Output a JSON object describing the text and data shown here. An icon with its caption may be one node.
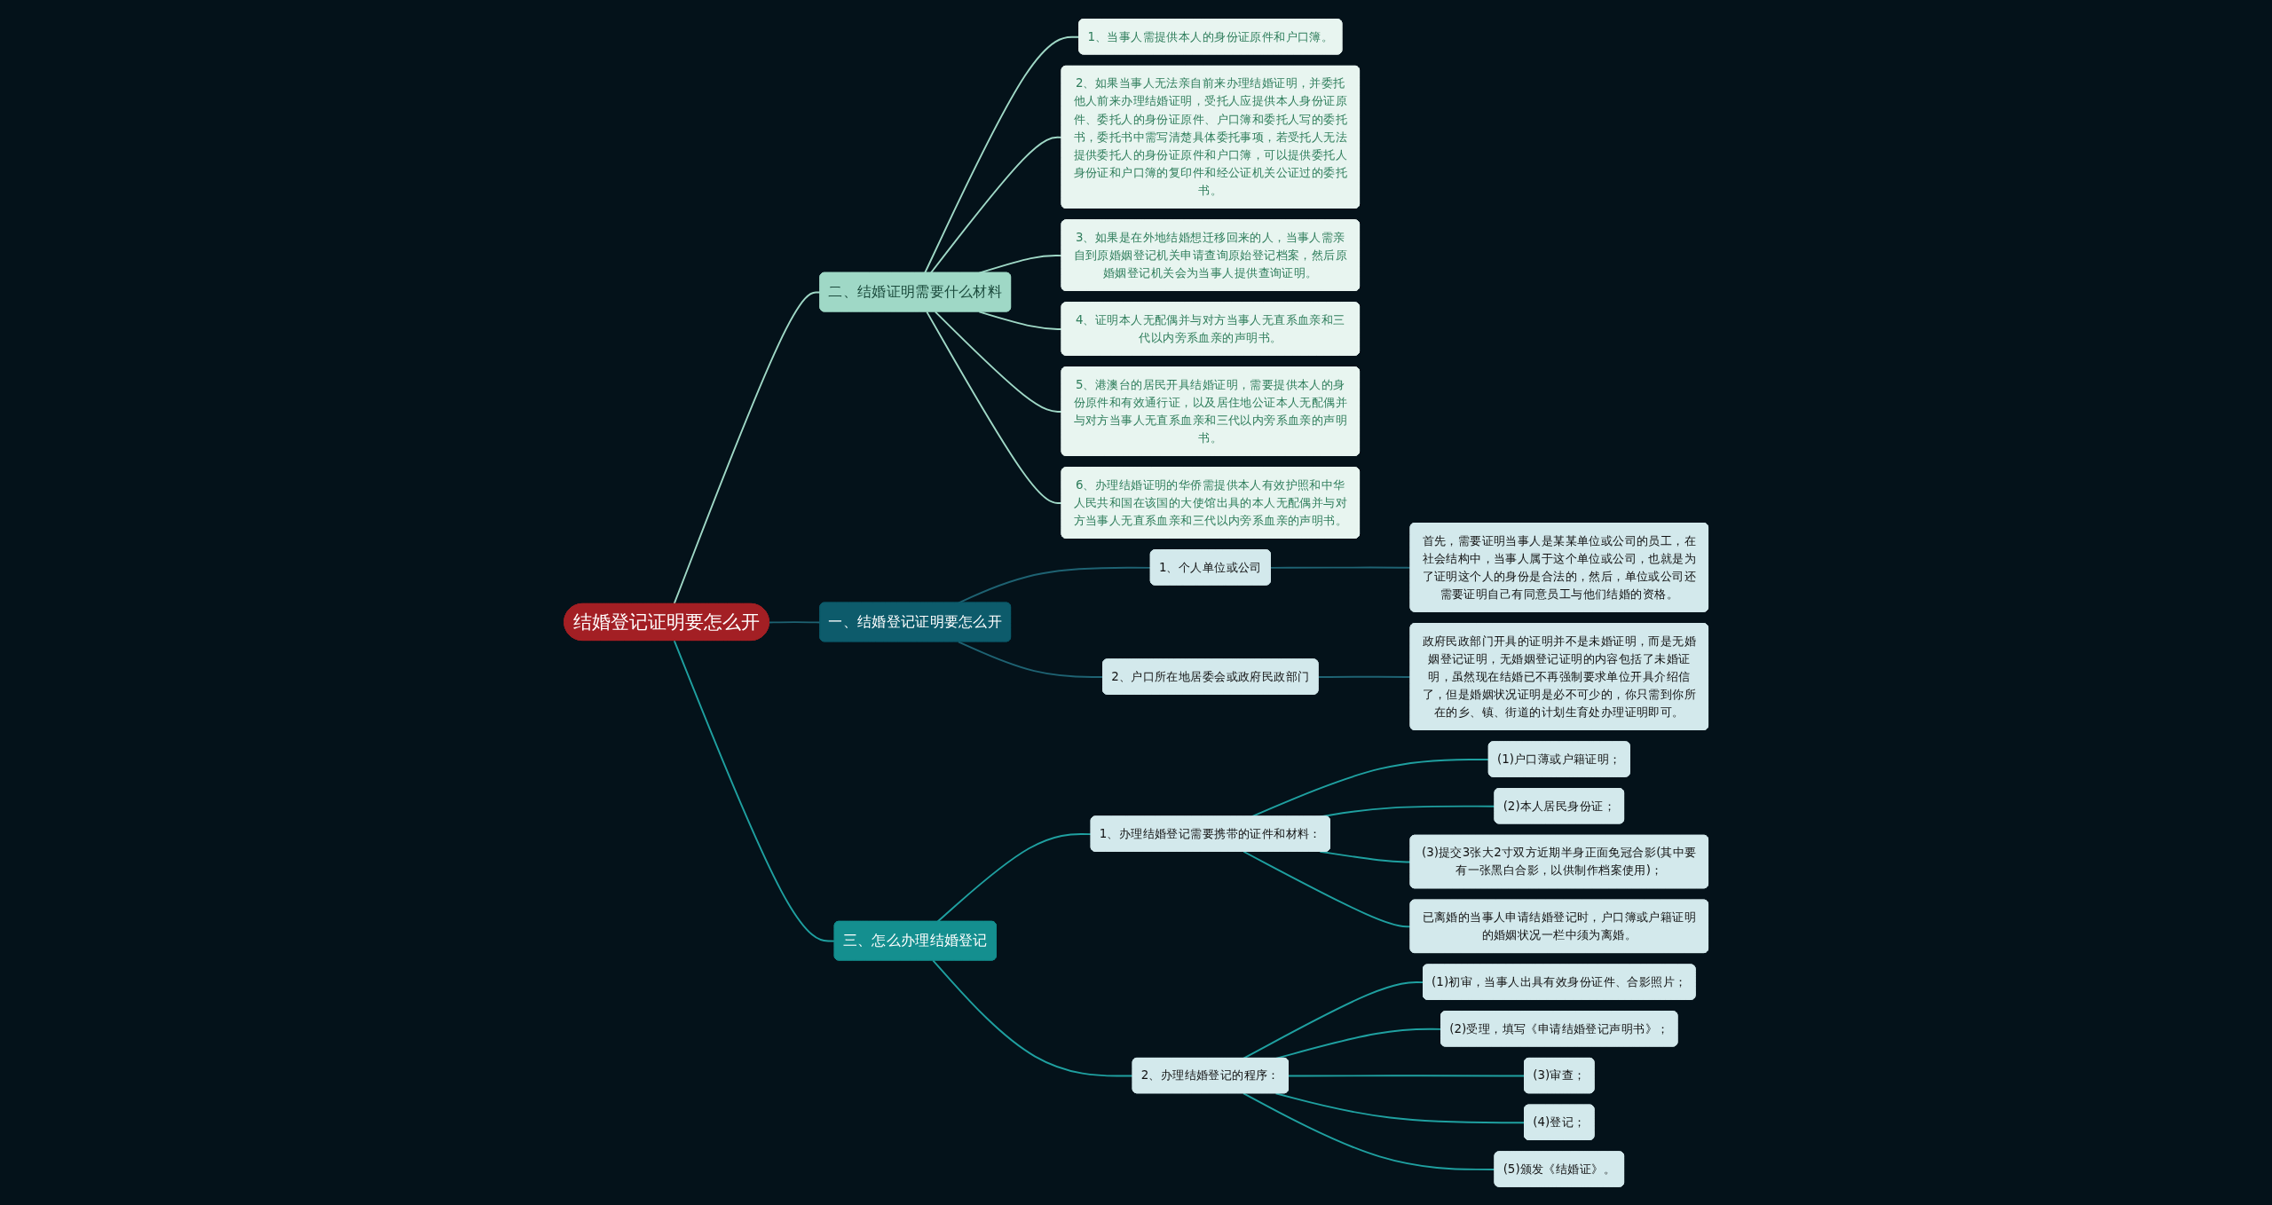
{
  "diagram": {
    "nodes": [
      {
        "text": [
          "结婚登记证明要怎么开"
        ]
      },
      {
        "text": [
          "一、结婚登记证明要怎么开"
        ]
      },
      {
        "text": [
          "1、个人单位或公司"
        ]
      },
      {
        "text": [
          "首先，需要证明当事人是某某单位或公司的员工，在社会结构中，当事人属于这个单位或公司，也就是为了证明这个人的身份是合法的，然后，单位或公司还需要证明自己有同意员工与他们结婚的资格。"
        ]
      },
      {
        "text": [
          "2、户口所在地居委会或政府民政部门"
        ]
      },
      {
        "text": [
          "政府民政部门开具的证明并不是未婚证明，而是无婚姻登记证明，无婚姻登记证明的内容包括了未婚证明，虽然现在结婚已不再强制要求单位开具介绍信了，但是婚姻状况证明是必不可少的，你只需到你所在的乡、镇、街道的计划生育处办理证明即可。"
        ]
      },
      {
        "text": [
          "二、结婚证明需要什么材料"
        ]
      },
      {
        "text": [
          "1、当事人需提供本人的身份证原件和户口簿。"
        ]
      },
      {
        "text": [
          "2、如果当事人无法亲自前来办理结婚证明，并委托他人前来办理结婚证明，受托人应提供本人身份证原件、委托人的身份证原件、户口簿和委托人写的委托书，委托书中需写清楚具体委托事项，若受托人无法提供委托人的身份证原件和户口簿，可以提供委托人身份证和户口簿的复印件和经公证机关公证过的委托书。"
        ]
      },
      {
        "text": [
          "3、如果是在外地结婚想迁移回来的人，当事人需亲自到原婚姻登记机关申请查询原始登记档案，然后原婚姻登记机关会为当事人提供查询证明。"
        ]
      },
      {
        "text": [
          "4、证明本人无配偶并与对方当事人无直系血亲和三代以内旁系血亲的声明书。"
        ]
      },
      {
        "text": [
          "5、港澳台的居民开具结婚证明，需要提供本人的身份原件和有效通行证，以及居住地公证本人无配偶并与对方当事人无直系血亲和三代以内旁系血亲的声明书。"
        ]
      },
      {
        "text": [
          "6、办理结婚证明的华侨需提供本人有效护照和中华人民共和国在该国的大使馆出具的本人无配偶并与对方当事人无直系血亲和三代以内旁系血亲的声明书。"
        ]
      },
      {
        "text": [
          "三、怎么办理结婚登记"
        ]
      },
      {
        "text": [
          "1、办理结婚登记需要携带的证件和材料："
        ]
      },
      {
        "text": [
          "(1)户口薄或户籍证明；"
        ]
      },
      {
        "text": [
          "(2)本人居民身份证；"
        ]
      },
      {
        "text": [
          "(3)提交3张大2寸双方近期半身正面免冠合影(其中要有一张黑白合影，以供制作档案使用)；"
        ]
      },
      {
        "text": [
          "已离婚的当事人申请结婚登记时，户口簿或户籍证明的婚姻状况一栏中须为离婚。"
        ]
      },
      {
        "text": [
          "2、办理结婚登记的程序："
        ]
      },
      {
        "text": [
          "(1)初审，当事人出具有效身份证件、合影照片；"
        ]
      },
      {
        "text": [
          "(2)受理，填写《申请结婚登记声明书》；"
        ]
      },
      {
        "text": [
          "(3)审查；"
        ]
      },
      {
        "text": [
          "(4)登记；"
        ]
      },
      {
        "text": [
          "(5)颁发《结婚证》。"
        ]
      }
    ],
    "edges": [
      {
        "from": 0,
        "to": 1,
        "arrow": "none",
        "color": "#1e6272"
      },
      {
        "from": 1,
        "to": 2,
        "arrow": "none",
        "color": "#1e6272"
      },
      {
        "from": 2,
        "to": 3,
        "arrow": "none",
        "color": "#1e6272"
      },
      {
        "from": 1,
        "to": 4,
        "arrow": "none",
        "color": "#1e6272"
      },
      {
        "from": 4,
        "to": 5,
        "arrow": "none",
        "color": "#1e6272"
      },
      {
        "from": 0,
        "to": 6,
        "arrow": "none",
        "color": "#9fd8c6"
      },
      {
        "from": 6,
        "to": 7,
        "arrow": "none",
        "color": "#9fd8c6"
      },
      {
        "from": 6,
        "to": 8,
        "arrow": "none",
        "color": "#9fd8c6"
      },
      {
        "from": 6,
        "to": 9,
        "arrow": "none",
        "color": "#9fd8c6"
      },
      {
        "from": 6,
        "to": 10,
        "arrow": "none",
        "color": "#9fd8c6"
      },
      {
        "from": 6,
        "to": 11,
        "arrow": "none",
        "color": "#9fd8c6"
      },
      {
        "from": 6,
        "to": 12,
        "arrow": "none",
        "color": "#9fd8c6"
      },
      {
        "from": 0,
        "to": 13,
        "arrow": "none"
      },
      {
        "from": 13,
        "to": 14,
        "arrow": "none"
      },
      {
        "from": 14,
        "to": 15,
        "arrow": "none"
      },
      {
        "from": 14,
        "to": 16,
        "arrow": "none"
      },
      {
        "from": 14,
        "to": 17,
        "arrow": "none"
      },
      {
        "from": 14,
        "to": 18,
        "arrow": "none"
      },
      {
        "from": 13,
        "to": 19,
        "arrow": "none"
      },
      {
        "from": 19,
        "to": 20,
        "arrow": "none"
      },
      {
        "from": 19,
        "to": 21,
        "arrow": "none"
      },
      {
        "from": 19,
        "to": 22,
        "arrow": "none"
      },
      {
        "from": 19,
        "to": 23,
        "arrow": "none"
      },
      {
        "from": 19,
        "to": 24,
        "arrow": "none"
      }
    ]
  }
}
